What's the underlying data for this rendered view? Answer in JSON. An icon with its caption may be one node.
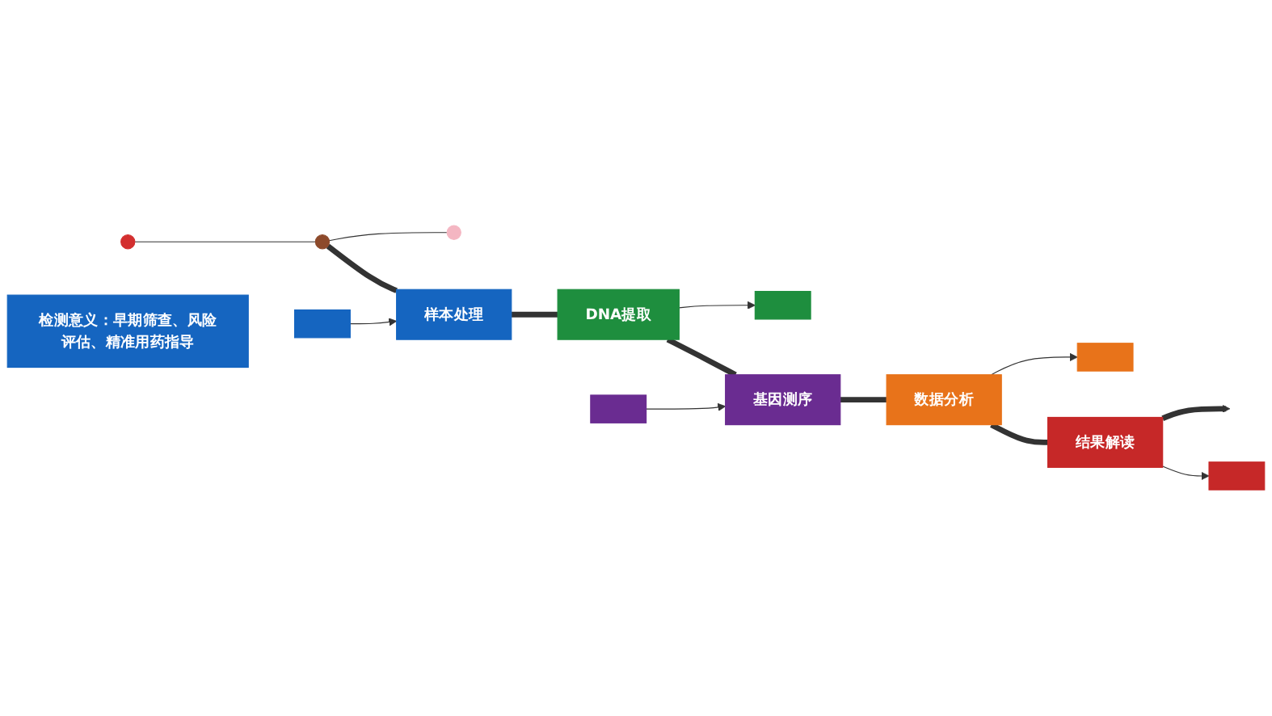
{
  "diagram": {
    "nodes": [
      {
        "text": [],
        "shape": "circle"
      },
      {
        "text": [],
        "shape": "circle"
      },
      {
        "text": [],
        "shape": "circle"
      },
      {
        "text": [],
        "shape": "box"
      },
      {
        "text": [],
        "shape": "box"
      },
      {
        "text": [],
        "shape": "box"
      },
      {
        "text": [],
        "shape": "box"
      },
      {
        "text": [],
        "shape": "box"
      },
      {
        "text": [
          "样本处理"
        ]
      },
      {
        "text": [
          "DNA提取"
        ]
      },
      {
        "text": [
          "基因测序"
        ]
      },
      {
        "text": [
          "数据分析"
        ]
      },
      {
        "text": [
          "结果解读"
        ]
      },
      {
        "text": [
          "检测意义：早期筛查、风险评估、精准用药指导"
        ]
      }
    ],
    "edges": [
      {
        "from": 0,
        "to": 1,
        "arrow": "none"
      },
      {
        "from": 1,
        "to": 2,
        "arrow": "none"
      },
      {
        "from": 1,
        "to": 8,
        "arrow": "none",
        "style": "thick"
      },
      {
        "from": 8,
        "to": 9,
        "arrow": "none",
        "style": "thick"
      },
      {
        "from": 9,
        "to": 10,
        "arrow": "none",
        "style": "thick"
      },
      {
        "from": 10,
        "to": 11,
        "arrow": "none",
        "style": "thick"
      },
      {
        "from": 11,
        "to": 12,
        "arrow": "none",
        "style": "thick"
      },
      {
        "from": 12,
        "to": null,
        "arrow": "to",
        "style": "thick"
      },
      {
        "from": 3,
        "to": 8,
        "arrow": "to"
      },
      {
        "from": 9,
        "to": 4,
        "arrow": "to"
      },
      {
        "from": 5,
        "to": 10,
        "arrow": "to"
      },
      {
        "from": 11,
        "to": 6,
        "arrow": "to"
      },
      {
        "from": 12,
        "to": 7,
        "arrow": "to"
      }
    ]
  }
}
